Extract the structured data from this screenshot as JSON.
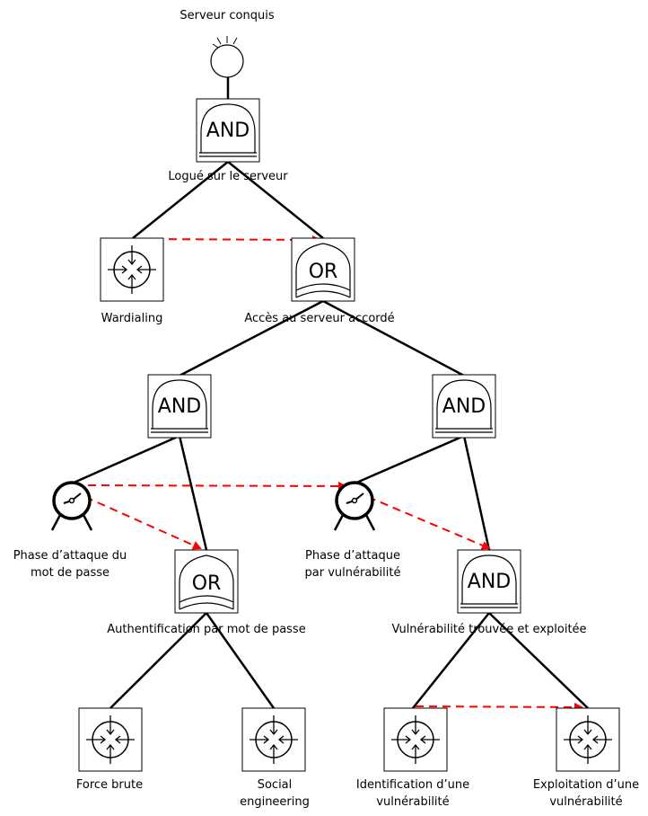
{
  "labels": {
    "goal": "Serveur conquis",
    "logged_in": "Logué sur le serveur",
    "wardialing": "Wardialing",
    "access_granted": "Accès au serveur accordé",
    "pwd_phase_1": "Phase d’attaque du",
    "pwd_phase_2": "mot de passe",
    "vuln_phase_1": "Phase d’attaque",
    "vuln_phase_2": "par vulnérabilité",
    "pwd_auth": "Authentification par mot de passe",
    "vuln_found": "Vulnérabilité trouvée et exploitée",
    "brute_force": "Force brute",
    "social_1": "Social",
    "social_2": "engineering",
    "vuln_ident_1": "Identification d’une",
    "vuln_ident_2": "vulnérabilité",
    "vuln_exploit_1": "Exploitation d’une",
    "vuln_exploit_2": "vulnérabilité"
  },
  "gates": {
    "top_and": "AND",
    "access_or": "OR",
    "left_and": "AND",
    "right_and": "AND",
    "pwd_or": "OR",
    "vuln_and": "AND"
  },
  "colors": {
    "edge": "#000000",
    "sequence_arrow": "#ff0000"
  }
}
